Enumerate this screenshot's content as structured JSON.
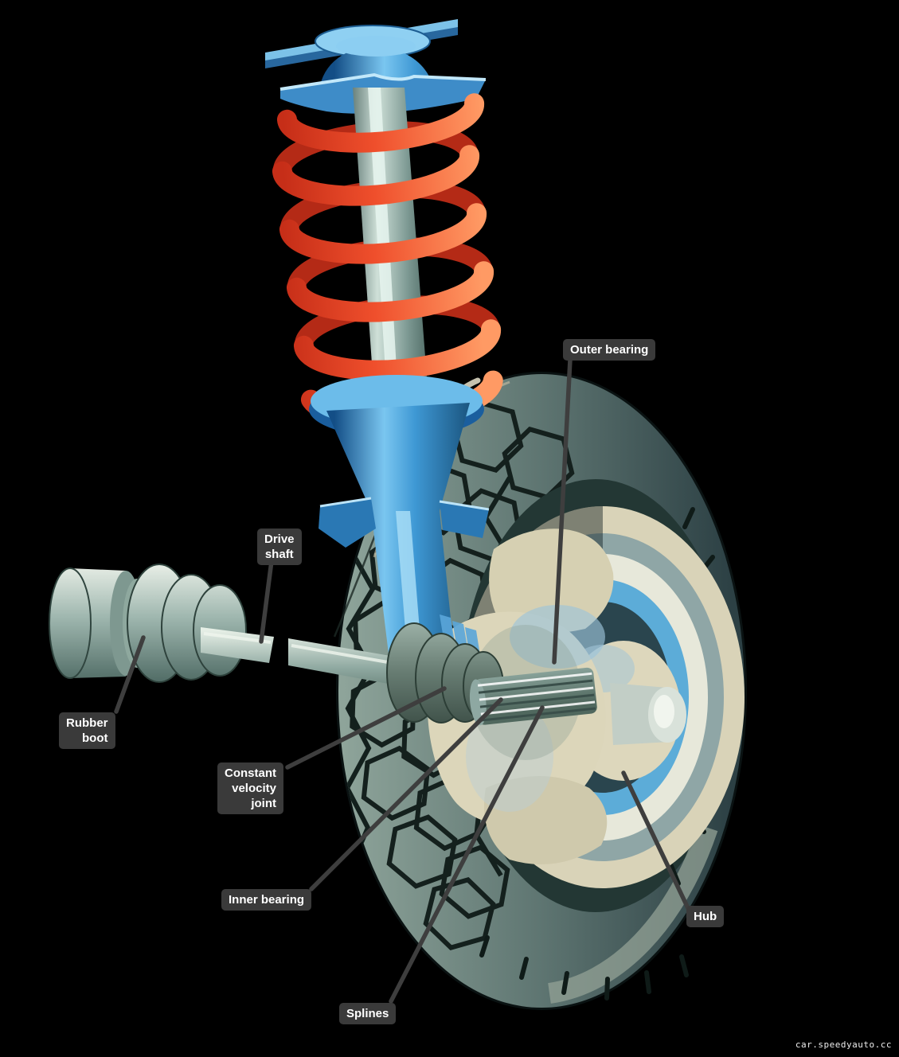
{
  "diagram": {
    "labels": {
      "outer_bearing": {
        "text": "Outer bearing"
      },
      "drive_shaft": {
        "text": "Drive\nshaft"
      },
      "rubber_boot": {
        "text": "Rubber\nboot"
      },
      "constant_velocity_joint": {
        "text": "Constant\nvelocity\njoint"
      },
      "inner_bearing": {
        "text": "Inner bearing"
      },
      "hub": {
        "text": "Hub"
      },
      "splines": {
        "text": "Splines"
      }
    },
    "watermark": "car.speedyauto.cc",
    "colors": {
      "background": "#000000",
      "label_bg": "#3a3a3a",
      "label_text": "#ffffff",
      "leader_line": "#3e3e3e",
      "spring_red": "#ef4f2c",
      "strut_blue": "#3e98d4",
      "metal_silver": "#9eb6ae",
      "tire_dark": "#2c4044",
      "rim_blue": "#5cacd8",
      "rim_cream": "#d9d3b8"
    }
  }
}
